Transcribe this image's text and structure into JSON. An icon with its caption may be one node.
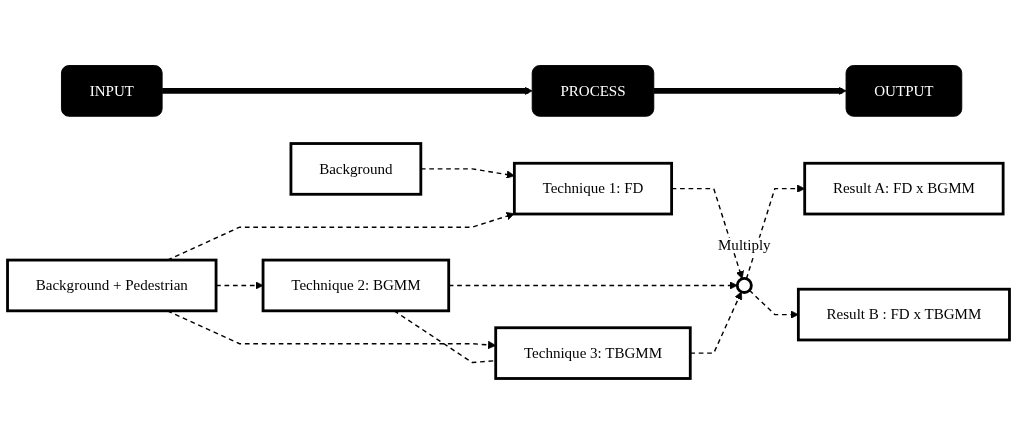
{
  "diagram": {
    "nodes": [
      {
        "text": [
          "INPUT"
        ]
      },
      {
        "text": [
          "PROCESS"
        ]
      },
      {
        "text": [
          "OUTPUT"
        ]
      },
      {
        "text": [
          "Background"
        ]
      },
      {
        "text": [
          "Background + Pedestrian"
        ]
      },
      {
        "text": [
          "Technique 1: FD"
        ]
      },
      {
        "text": [
          "Technique 2: BGMM"
        ]
      },
      {
        "text": [
          "Technique 3: TBGMM"
        ]
      },
      {
        "text": [],
        "shape": "circle",
        "beside": [
          "Multiply"
        ]
      },
      {
        "text": [
          "Result A: FD x BGMM"
        ]
      },
      {
        "text": [
          "Result B : FD x TBGMM"
        ]
      }
    ],
    "edges": [
      {
        "from": 0,
        "to": 1,
        "arrow": "to",
        "style": "thick"
      },
      {
        "from": 1,
        "to": 2,
        "arrow": "to",
        "style": "thick"
      },
      {
        "from": 3,
        "to": 5,
        "arrow": "to",
        "style": "dashed"
      },
      {
        "from": 4,
        "to": 5,
        "arrow": "to",
        "style": "dashed"
      },
      {
        "from": 4,
        "to": 6,
        "arrow": "to",
        "style": "dashed"
      },
      {
        "from": 4,
        "to": 7,
        "arrow": "to",
        "style": "dashed"
      },
      {
        "from": 6,
        "to": 7,
        "arrow": "none",
        "style": "dashed"
      },
      {
        "from": 5,
        "to": 8,
        "arrow": "to",
        "style": "dashed"
      },
      {
        "from": 6,
        "to": 8,
        "arrow": "to",
        "style": "dashed"
      },
      {
        "from": 7,
        "to": 8,
        "arrow": "to",
        "style": "dashed"
      },
      {
        "from": 8,
        "to": 9,
        "arrow": "to",
        "style": "dashed"
      },
      {
        "from": 8,
        "to": 10,
        "arrow": "to",
        "style": "dashed"
      }
    ]
  }
}
